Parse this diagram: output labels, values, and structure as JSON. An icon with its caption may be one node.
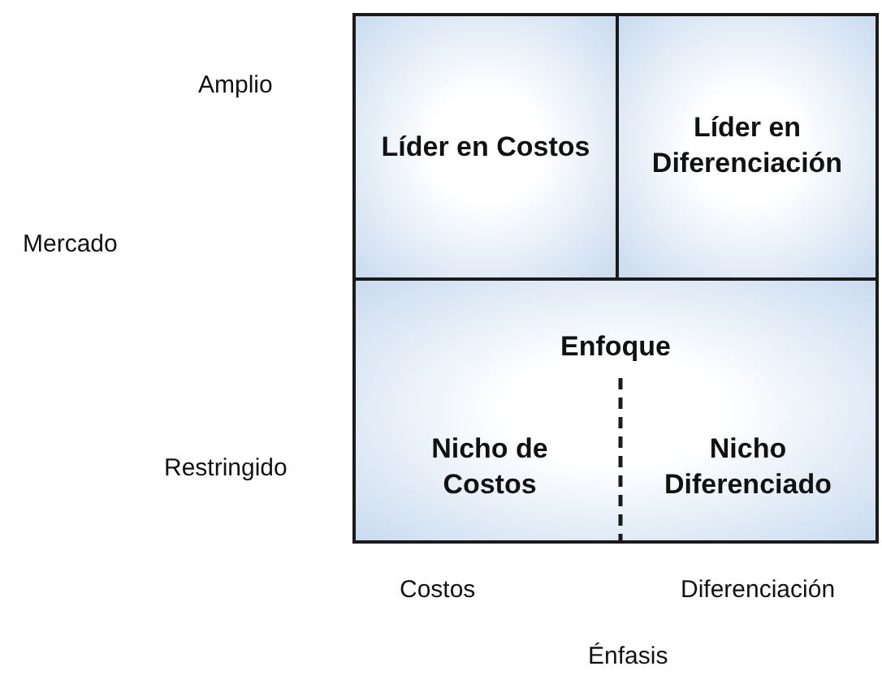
{
  "diagram": {
    "nodes": [
      {
        "text": [
          "Líder en Costos"
        ]
      },
      {
        "text": [
          "Líder en Diferenciación"
        ]
      },
      {
        "text": [
          "Enfoque"
        ]
      },
      {
        "text": [
          "Nicho de Costos"
        ],
        "in": 2
      },
      {
        "text": [
          "Nicho Diferenciado"
        ],
        "in": 2
      }
    ],
    "edges": [],
    "labels": [
      "Amplio",
      "Mercado",
      "Restringido",
      "Costos",
      "Diferenciación",
      "Énfasis"
    ]
  }
}
